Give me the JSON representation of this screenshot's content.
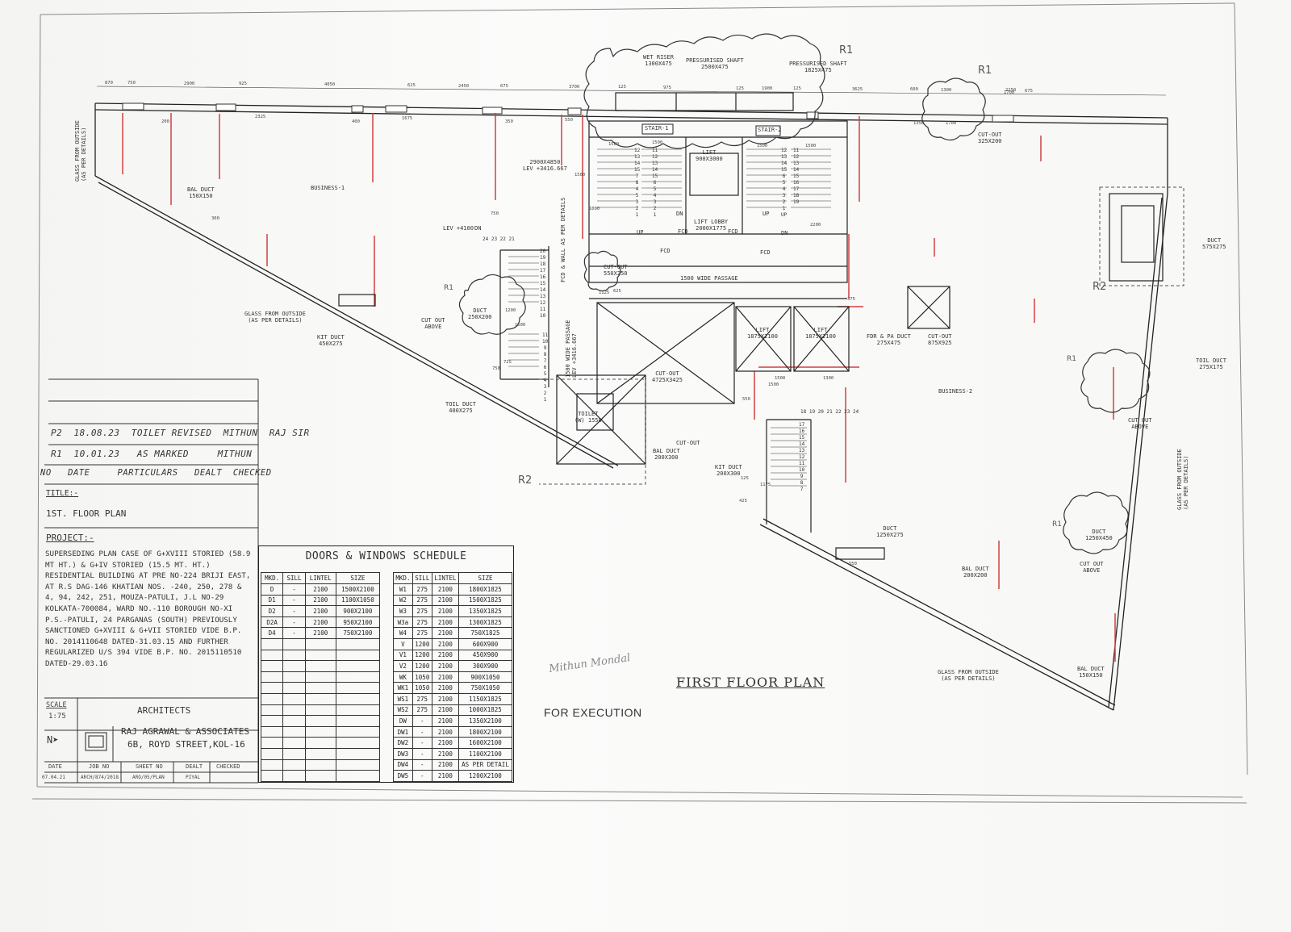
{
  "drawing": {
    "main_title": "FIRST FLOOR PLAN",
    "stamp": "FOR EXECUTION",
    "signature": "Mithun Mondal",
    "revision_marks": [
      "R1",
      "R1",
      "R1",
      "R1",
      "R1",
      "R2",
      "R2"
    ]
  },
  "rooms": {
    "business_1": "BUSINESS-1",
    "business_2": "BUSINESS-2",
    "lift_main": "LIFT\n900X3000",
    "lift_lobby": "LIFT LOBBY\n2000X1775",
    "lift_a": "LIFT\n1875X2100",
    "lift_b": "LIFT\n1875X2100",
    "stair_1": "STAIR-1",
    "stair_2": "STAIR-2",
    "passage": "1500 WIDE PASSAGE",
    "passage_v": "1500 WIDE PASSAGE\nLEV +3416.667",
    "room_lev": "2900X4850\nLEV +3416.667",
    "lev_4100": "LEV +4100",
    "wet_riser": "WET RISER\n1300X475",
    "press_shaft_1": "PRESSURISED SHAFT\n2500X475",
    "press_shaft_2": "PRESSURISED SHAFT\n1825X475",
    "cutout_center": "CUT-OUT\n4725X3425",
    "cutout_1": "CUT-OUT\n550X250",
    "duct_1": "DUCT\n250X200",
    "cut_out_above": "CUT OUT\nABOVE",
    "bal_duct_1": "BAL DUCT\n150X150",
    "kit_duct_1": "KIT DUCT\n450X275",
    "glass_1": "GLASS FROM OUTSIDE\n(AS PER DETAILS)",
    "glass_2": "GLASS FROM OUTSIDE\n(AS PER DETAILS)",
    "glass_vertical": "GLASS FROM OUTSIDE\n(AS PER DETAILS)",
    "glass_vertical_2": "GLASS FROM OUTSIDE\n(AS PER DETAILS)",
    "toil_duct_1": "TOIL DUCT\n400X275",
    "toilet": "TOILET\n(W) 1550",
    "bal_duct_2": "BAL DUCT\n200X300",
    "cut_out_2": "CUT-OUT",
    "fdr_pa_duct": "FDR & PA DUCT\n275X475",
    "cutout_3": "CUT-OUT\n875X925",
    "kit_duct_2": "KIT DUCT\n200X300",
    "duct_2": "DUCT\n1250X275",
    "bal_duct_3": "BAL DUCT\n200X200",
    "cut_out_above_2": "CUT OUT\nABOVE",
    "duct_3": "DUCT\n1250X450",
    "toil_duct_2": "TOIL DUCT\n275X175",
    "duct_4": "DUCT\n575X275",
    "cut_out_above_3": "CUT OUT\nABOVE",
    "cutout_4": "CUT-OUT\n325X200",
    "bal_duct_4": "BAL DUCT\n150X150",
    "fcd_1": "FCD",
    "fcd_2": "FCD",
    "fcd_3": "FCD",
    "fcd_4": "FCD",
    "up_1": "UP",
    "up_2": "UP",
    "dn_1": "DN",
    "dn_2": "DN",
    "dn_3": "DN",
    "fcd_wall": "FCD & WALL AS PER DETAILS"
  },
  "dimensions": {
    "top": [
      "870",
      "750",
      "2900",
      "925",
      "4050",
      "625",
      "2450",
      "675",
      "3700",
      "125",
      "975",
      "125",
      "1900",
      "125",
      "3625",
      "600",
      "1300",
      "2250",
      "675"
    ],
    "misc": [
      "1500",
      "1500",
      "1500",
      "1500",
      "750",
      "1500",
      "1500",
      "1300",
      "1200",
      "1500",
      "1500",
      "1000",
      "2200",
      "300",
      "1675",
      "400",
      "350",
      "550",
      "375",
      "2325",
      "200",
      "1350",
      "1700",
      "1700",
      "625",
      "725",
      "550",
      "125",
      "1175",
      "425",
      "550",
      "1125",
      "750"
    ]
  },
  "stair_numbers": {
    "s1_left": "12\n13\n14\n15\n7\n8\n4\n5\n3\n2\n1",
    "s1_right": "11\n12\n13\n14\n15\n6\n5\n4\n3\n2\n1",
    "s2_left": "12\n13\n14\n15\n6\n5\n4\n3\n2\n1\nUP",
    "s2_right": "11\n12\n13\n14\n15\n16\n17\n18\n19",
    "sx_top": "24 23 22 21",
    "sx_vert": "20\n19\n18\n17\n16\n15\n14\n13\n12\n11\n10",
    "sx_lower": "11\n10\n9\n8\n7\n6\n5\n4\n3\n2\n1",
    "sy_top": "18 19 20 21 22 23 24",
    "sy_vert": "17\n16\n15\n14\n13\n12\n11\n10\n9\n8\n7"
  },
  "title_block": {
    "revisions": [
      {
        "no": "P2",
        "date": "18.08.23",
        "particulars": "TOILET REVISED",
        "dealt": "MITHUN",
        "checked": "RAJ SIR"
      },
      {
        "no": "R1",
        "date": "10.01.23",
        "particulars": "AS MARKED",
        "dealt": "MITHUN",
        "checked": ""
      }
    ],
    "rev_header": {
      "no": "NO",
      "date": "DATE",
      "particulars": "PARTICULARS",
      "dealt": "DEALT",
      "checked": "CHECKED"
    },
    "title_label": "TITLE:-",
    "title_value": "1ST. FLOOR PLAN",
    "project_label": "PROJECT:-",
    "project_text": "SUPERSEDING PLAN CASE OF G+XVIII STORIED (58.9 MT HT.) & G+IV STORIED (15.5 MT. HT.) RESIDENTIAL BUILDING AT PRE NO-224 BRIJI EAST, AT R.S DAG-146 KHATIAN NOS. -240, 250, 278 & 4, 94, 242, 251, MOUZA-PATULI, J.L NO-29 KOLKATA-700084, WARD NO.-110 BOROUGH NO-XI P.S.-PATULI, 24 PARGANAS (SOUTH) PREVIOUSLY SANCTIONED G+XVIII & G+VII STORIED VIDE B.P. NO. 2014110648 DATED-31.03.15 AND FURTHER REGULARIZED U/S 394 VIDE B.P. NO. 2015110510 DATED-29.03.16",
    "scale_label": "SCALE",
    "scale_value": "1:75",
    "architects_label": "ARCHITECTS",
    "firm_name": "RAJ AGRAWAL & ASSOCIATES",
    "firm_address": "6B, ROYD STREET,KOL-16",
    "footer_headers": [
      "DATE",
      "JOB NO",
      "SHEET NO",
      "DEALT",
      "CHECKED"
    ],
    "footer_values": [
      "07.04.21",
      "ARCH/874/2018",
      "ARO/05/PLAN",
      "PIYAL",
      ""
    ]
  },
  "schedule": {
    "title": "DOORS & WINDOWS SCHEDULE",
    "headers": [
      "MKD.",
      "SILL",
      "LINTEL",
      "SIZE"
    ],
    "doors": [
      [
        "D",
        "-",
        "2100",
        "1500X2100"
      ],
      [
        "D1",
        "-",
        "2100",
        "1100X1050"
      ],
      [
        "D2",
        "-",
        "2100",
        "900X2100"
      ],
      [
        "D2A",
        "-",
        "2100",
        "950X2100"
      ],
      [
        "D4",
        "-",
        "2100",
        "750X2100"
      ]
    ],
    "windows": [
      [
        "W1",
        "275",
        "2100",
        "1800X1825"
      ],
      [
        "W2",
        "275",
        "2100",
        "1500X1825"
      ],
      [
        "W3",
        "275",
        "2100",
        "1350X1825"
      ],
      [
        "W3a",
        "275",
        "2100",
        "1300X1825"
      ],
      [
        "W4",
        "275",
        "2100",
        "750X1825"
      ],
      [
        "V",
        "1200",
        "2100",
        "600X900"
      ],
      [
        "V1",
        "1200",
        "2100",
        "450X900"
      ],
      [
        "V2",
        "1200",
        "2100",
        "300X900"
      ],
      [
        "WK",
        "1050",
        "2100",
        "900X1050"
      ],
      [
        "WK1",
        "1050",
        "2100",
        "750X1050"
      ],
      [
        "WS1",
        "275",
        "2100",
        "1150X1825"
      ],
      [
        "WS2",
        "275",
        "2100",
        "1000X1825"
      ],
      [
        "DW",
        "-",
        "2100",
        "1350X2100"
      ],
      [
        "DW1",
        "-",
        "2100",
        "1800X2100"
      ],
      [
        "DW2",
        "-",
        "2100",
        "1600X2100"
      ],
      [
        "DW3",
        "-",
        "2100",
        "1100X2100"
      ],
      [
        "DW4",
        "-",
        "2100",
        "AS PER DETAIL"
      ],
      [
        "DW5",
        "-",
        "2100",
        "1200X2100"
      ]
    ]
  }
}
